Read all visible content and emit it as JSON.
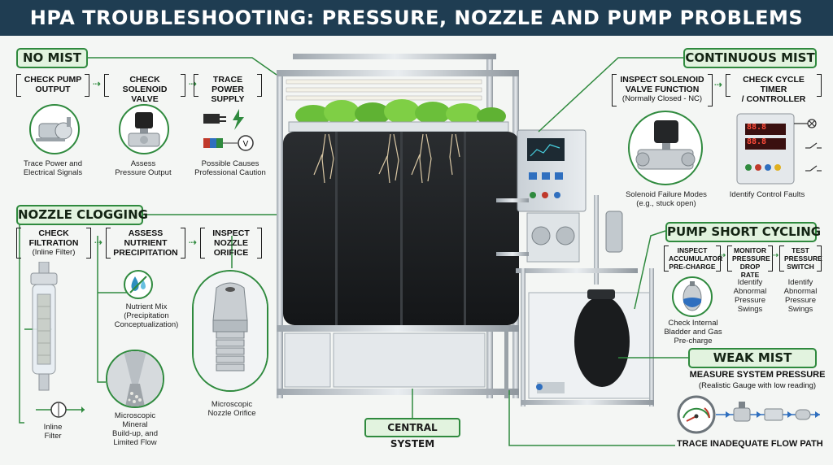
{
  "title": "HPA TROUBLESHOOTING: PRESSURE, NOZZLE AND PUMP PROBLEMS",
  "colors": {
    "header_bg": "#1f3d52",
    "accent_green": "#2f8a3e",
    "label_bg": "#e2f3df"
  },
  "no_mist": {
    "heading": "NO MIST",
    "steps": [
      {
        "lines": [
          "CHECK PUMP",
          "OUTPUT"
        ]
      },
      {
        "lines": [
          "CHECK",
          "SOLENOID VALVE"
        ]
      },
      {
        "lines": [
          "TRACE",
          "POWER SUPPLY"
        ]
      }
    ],
    "captions": [
      [
        "Trace Power and",
        "Electrical Signals"
      ],
      [
        "Assess",
        "Pressure Output"
      ],
      [
        "Possible Causes",
        "Professional Caution"
      ]
    ],
    "icons": [
      "pump-icon",
      "solenoid-valve-icon",
      "plug-icon",
      "lightning-icon",
      "voltmeter-icon"
    ]
  },
  "nozzle_clogging": {
    "heading": "NOZZLE CLOGGING",
    "steps": [
      {
        "lines": [
          "CHECK",
          "FILTRATION"
        ],
        "sub": "(Inline Filter)"
      },
      {
        "lines": [
          "ASSESS",
          "NUTRIENT",
          "PRECIPITATION"
        ]
      },
      {
        "lines": [
          "INSPECT",
          "NOZZLE",
          "ORIFICE"
        ]
      }
    ],
    "captions": {
      "nutrient": [
        "Nutrient Mix",
        "(Precipitation",
        "Conceptualization)"
      ],
      "mineral": [
        "Microscopic",
        "Mineral",
        "Build-up, and",
        "Limited Flow"
      ],
      "nozzle": [
        "Microscopic",
        "Nozzle Orifice"
      ],
      "filter": [
        "Inline",
        "Filter"
      ]
    },
    "icons": [
      "inline-filter-icon",
      "nutrient-drop-icon",
      "nozzle-icon"
    ]
  },
  "continuous_mist": {
    "heading": "CONTINUOUS MIST",
    "steps": [
      {
        "lines": [
          "INSPECT SOLENOID",
          "VALVE FUNCTION"
        ],
        "sub": "(Normally Closed - NC)"
      },
      {
        "lines": [
          "CHECK CYCLE TIMER",
          "/ CONTROLLER"
        ]
      }
    ],
    "captions": [
      [
        "Solenoid Failure Modes",
        "(e.g., stuck open)"
      ],
      [
        "Identify Control Faults"
      ]
    ],
    "controller_readouts": [
      "88.8",
      "88.8"
    ]
  },
  "pump_short_cycling": {
    "heading": "PUMP SHORT CYCLING",
    "steps": [
      {
        "lines": [
          "INSPECT",
          "ACCUMULATOR",
          "PRE-CHARGE"
        ]
      },
      {
        "lines": [
          "MONITOR",
          "PRESSURE",
          "DROP RATE"
        ]
      },
      {
        "lines": [
          "TEST",
          "PRESSURE",
          "SWITCH"
        ]
      }
    ],
    "captions": [
      [
        "Check Internal",
        "Bladder and Gas",
        "Pre-charge"
      ],
      [
        "Identify",
        "Abnormal",
        "Pressure",
        "Swings"
      ],
      [
        "Identify",
        "Abnormal",
        "Pressure",
        "Swings"
      ]
    ]
  },
  "weak_mist": {
    "heading": "WEAK MIST",
    "measure": "MEASURE SYSTEM PRESSURE",
    "measure_sub": "(Realistic Gauge with low reading)",
    "trace": "TRACE INADEQUATE FLOW PATH"
  },
  "central_label": "CENTRAL SYSTEM",
  "arrow_glyph": "⇢"
}
